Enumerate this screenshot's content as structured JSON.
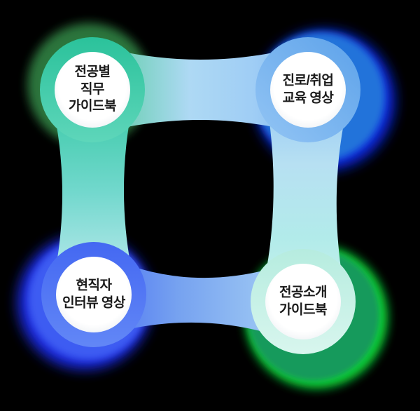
{
  "diagram": {
    "background_color": "#000000",
    "text_color": "#1a1a1a",
    "nodes": {
      "top_left": {
        "lines": [
          "전공별",
          "직무",
          "가이드북"
        ],
        "ring_color": "#2fc7a2",
        "glow_color": "#2e7b41"
      },
      "top_right": {
        "lines": [
          "진로/취업",
          "교육 영상"
        ],
        "ring_color": "#6fadee",
        "glow_color": "#0b2cf4"
      },
      "bottom_left": {
        "lines": [
          "현직자",
          "인터뷰 영상"
        ],
        "ring_color": "#4a71f3",
        "glow_color": "#1e2ef6"
      },
      "bottom_right": {
        "lines": [
          "전공소개",
          "가이드북"
        ],
        "ring_color": "#c2efe6",
        "glow_color": "#10e03a"
      }
    },
    "connectors": {
      "top": {
        "from": "top_left",
        "to": "top_right",
        "gradient": [
          "#35c8a3",
          "#aed9f4",
          "#7db6f1"
        ]
      },
      "right": {
        "from": "top_right",
        "to": "bottom_right",
        "gradient": [
          "#93c6f5",
          "#b2ebea",
          "#c9f2e9"
        ]
      },
      "bottom": {
        "from": "bottom_left",
        "to": "bottom_right",
        "gradient": [
          "#4a70f3",
          "#76a2f0",
          "#a9d3f5"
        ]
      },
      "left": {
        "from": "top_left",
        "to": "bottom_left",
        "gradient": [
          "#35c8a3",
          "#72d8cd",
          "#c6ecf2"
        ]
      }
    }
  }
}
